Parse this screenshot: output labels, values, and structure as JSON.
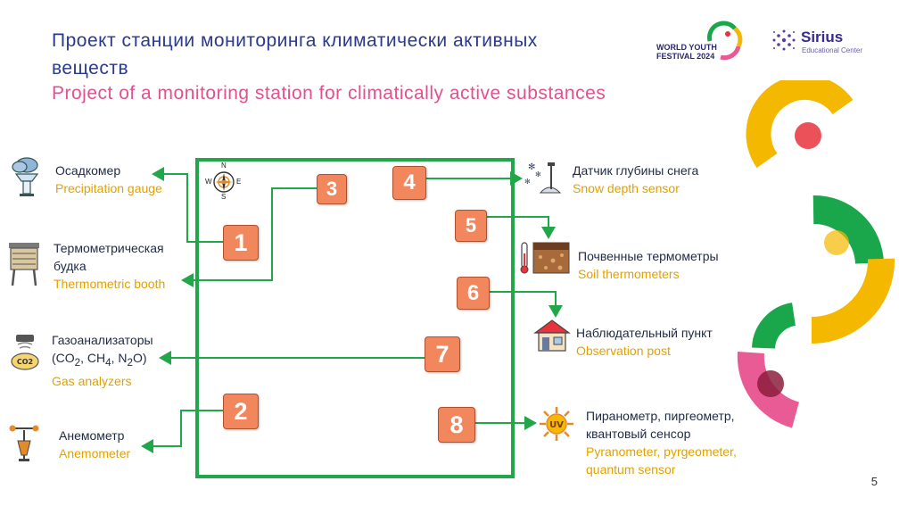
{
  "title": {
    "ru": "Проект станции мониторинга климатически активных веществ",
    "en": "Project of a monitoring station for climatically active substances"
  },
  "logos": {
    "festival": {
      "line1": "WORLD YOUTH",
      "line2": "FESTIVAL 2024"
    },
    "sirius": {
      "name": "Sirius",
      "sub": "Educational Center"
    }
  },
  "sensors": [
    {
      "id": "precip",
      "ru": "Осадкомер",
      "en": "Precipitation gauge"
    },
    {
      "id": "booth",
      "ru_l1": "Термометрическая",
      "ru_l2": "будка",
      "en": "Thermometric booth"
    },
    {
      "id": "gas",
      "ru": "Газоанализаторы",
      "formula": [
        "(CO",
        "2",
        ", CH",
        "4",
        ", N",
        "2",
        "O)"
      ],
      "en": "Gas analyzers",
      "badge": "CO2"
    },
    {
      "id": "anemo",
      "ru": "Анемометр",
      "en": "Anemometer"
    },
    {
      "id": "snow",
      "ru": "Датчик глубины снега",
      "en": "Snow depth sensor"
    },
    {
      "id": "soil",
      "ru": "Почвенные термометры",
      "en": "Soil thermometers"
    },
    {
      "id": "obs",
      "ru": "Наблюдательный пункт",
      "en": "Observation post"
    },
    {
      "id": "pyra",
      "ru_l1": "Пиранометр, пиргеометр,",
      "ru_l2": "квантовый сенсор",
      "en_l1": "Pyranometer, pyrgeometer,",
      "en_l2": "quantum sensor",
      "badge": "UV"
    }
  ],
  "boxes": [
    "1",
    "2",
    "3",
    "4",
    "5",
    "6",
    "7",
    "8"
  ],
  "compass": {
    "n": "N",
    "s": "S",
    "e": "E",
    "w": "W"
  },
  "page_number": "5",
  "colors": {
    "title": "#2a3a8c",
    "subtitle": "#e0528f",
    "label_en": "#e3a100",
    "station": "#22a64a",
    "box": "#f2875e",
    "deco_yellow": "#f5b800",
    "deco_green": "#1aa64a",
    "deco_pink": "#e85b94",
    "deco_red": "#e8323c"
  }
}
